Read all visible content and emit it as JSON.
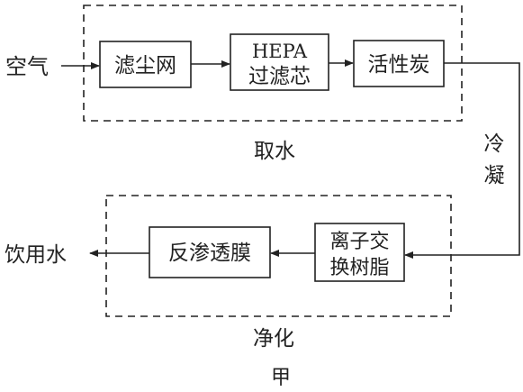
{
  "diagram": {
    "input_label": "空气",
    "stage_top": {
      "label": "取水",
      "steps": [
        "滤尘网",
        "HEPA",
        "过滤芯",
        "活性炭"
      ]
    },
    "transition_label": [
      "冷",
      "凝"
    ],
    "stage_bottom": {
      "label": "净化",
      "steps": [
        "离子交",
        "换树脂",
        "反渗透膜"
      ]
    },
    "output_label": "饮用水",
    "caption": "甲"
  }
}
